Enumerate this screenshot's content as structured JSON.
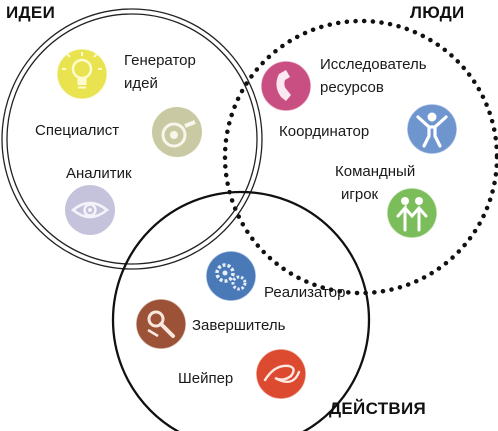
{
  "groups": {
    "ideas": "ИДЕИ",
    "people": "ЛЮДИ",
    "actions": "ДЕЙСТВИЯ"
  },
  "roles": {
    "idea_generator": {
      "line1": "Генератор",
      "line2": "идей",
      "icon": "lightbulb-icon",
      "color": "#e9e34f"
    },
    "specialist": {
      "label": "Специалист",
      "icon": "tape-icon",
      "color": "#c9c9a4"
    },
    "analyst": {
      "label": "Аналитик",
      "icon": "eye-icon",
      "color": "#c5c3dc"
    },
    "resource_investigator": {
      "line1": "Исследователь",
      "line2": "ресурсов",
      "icon": "phone-icon",
      "color": "#c94f82"
    },
    "coordinator": {
      "label": "Координатор",
      "icon": "person-icon",
      "color": "#6f95cf"
    },
    "team_worker": {
      "line1": "Командный",
      "line2": "игрок",
      "icon": "people-icon",
      "color": "#7bbd5a"
    },
    "implementer": {
      "label": "Реализатор",
      "icon": "gears-icon",
      "color": "#4a79b8"
    },
    "completer_finisher": {
      "label": "Завершитель",
      "icon": "magnifier-icon",
      "color": "#9c5236"
    },
    "shaper": {
      "label": "Шейпер",
      "icon": "spiral-icon",
      "color": "#dc4a30"
    }
  }
}
